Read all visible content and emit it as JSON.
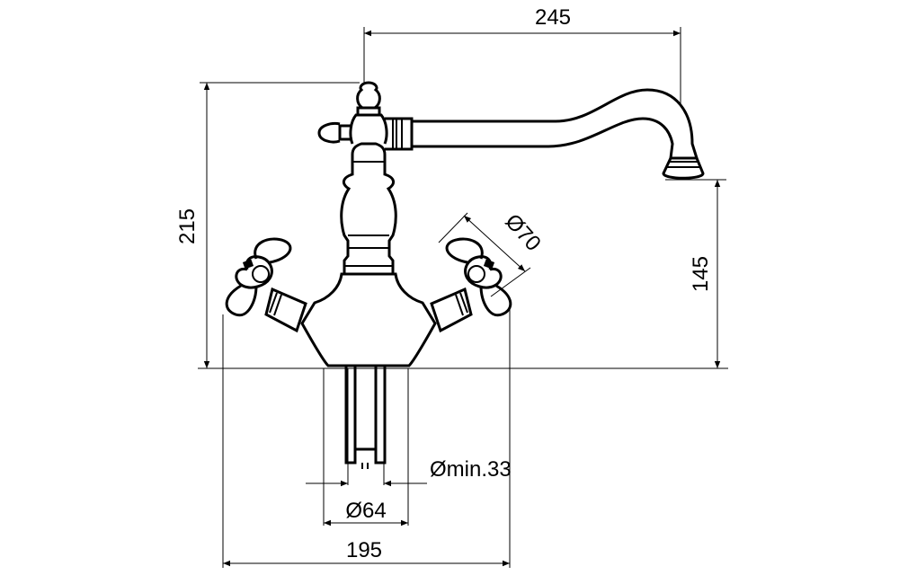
{
  "dimensions": {
    "spout_reach": "245",
    "total_height": "215",
    "spout_height": "145",
    "handle_diameter": "Ø70",
    "hole_min": "Ømin.33",
    "base_diameter": "Ø64",
    "handle_span": "195"
  }
}
